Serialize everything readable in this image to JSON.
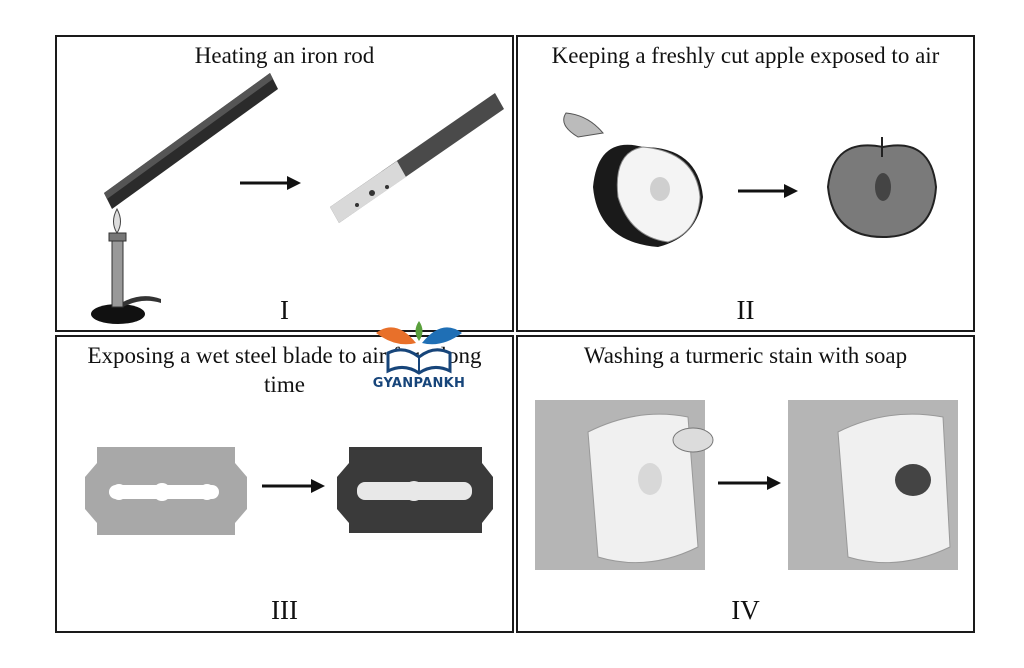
{
  "panels": [
    {
      "caption": "Heating an iron rod",
      "numeral": "I"
    },
    {
      "caption": "Keeping a freshly cut apple exposed to air",
      "numeral": "II"
    },
    {
      "caption": "Exposing a wet steel blade to air for a long time",
      "numeral": "III"
    },
    {
      "caption": "Washing a turmeric stain with soap",
      "numeral": "IV"
    }
  ],
  "logo": {
    "text": "GYANPANKH"
  },
  "colors": {
    "border": "#1a1a1a",
    "logo_text": "#17457a",
    "logo_orange": "#e8702a",
    "logo_blue": "#1f6fb5",
    "logo_green": "#5aa03c"
  },
  "icons": [
    "bunsen-burner-icon",
    "iron-rod-icon",
    "arrow-right-icon",
    "cut-apple-icon",
    "razor-blade-icon",
    "shirt-photo-icon",
    "soap-icon",
    "book-logo-icon"
  ]
}
